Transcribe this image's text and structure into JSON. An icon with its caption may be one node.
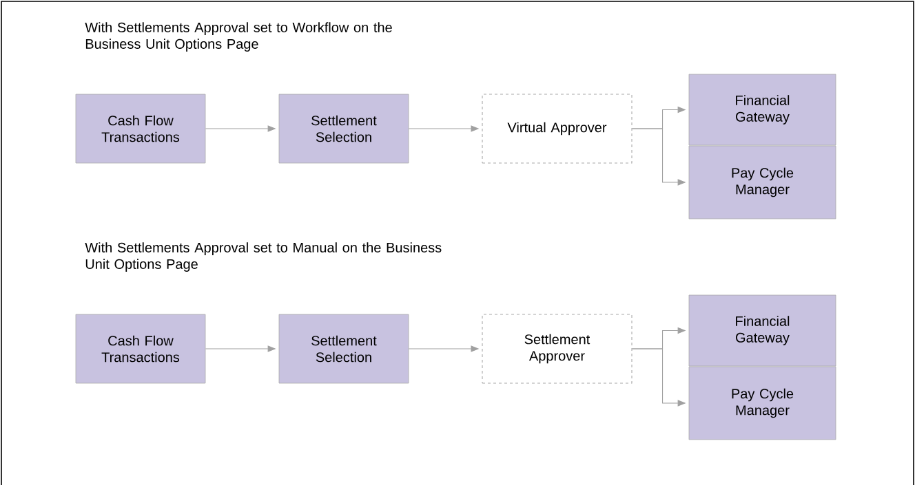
{
  "diagram": {
    "nodes": [
      {
        "text": [
          "Cash Flow Transactions"
        ]
      },
      {
        "text": [
          "Settlement Selection"
        ]
      },
      {
        "text": [
          "Virtual Approver"
        ]
      },
      {
        "text": [
          "Financial Gateway"
        ]
      },
      {
        "text": [
          "Pay Cycle Manager"
        ]
      },
      {
        "text": [
          "Cash Flow Transactions"
        ]
      },
      {
        "text": [
          "Settlement Selection"
        ]
      },
      {
        "text": [
          "Settlement Approver"
        ]
      },
      {
        "text": [
          "Financial Gateway"
        ]
      },
      {
        "text": [
          "Pay Cycle Manager"
        ]
      }
    ],
    "edges": [
      {
        "from": 0,
        "to": 1,
        "arrow": "to"
      },
      {
        "from": 1,
        "to": 2,
        "arrow": "to"
      },
      {
        "from": 2,
        "to": 3,
        "arrow": "to"
      },
      {
        "from": 2,
        "to": 4,
        "arrow": "to"
      },
      {
        "from": 5,
        "to": 6,
        "arrow": "to"
      },
      {
        "from": 6,
        "to": 7,
        "arrow": "to"
      },
      {
        "from": 7,
        "to": 8,
        "arrow": "to"
      },
      {
        "from": 7,
        "to": 9,
        "arrow": "to"
      }
    ],
    "labels": [
      "With Settlements Approval set to Workflow on the Business Unit Options Page",
      "With Settlements Approval set to Manual on the Business Unit Options Page"
    ]
  }
}
